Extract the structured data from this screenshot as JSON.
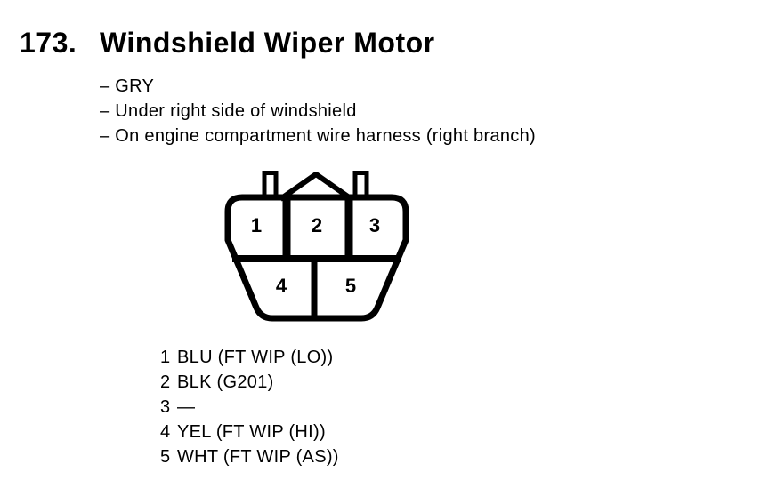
{
  "page": {
    "background": "#ffffff",
    "ink": "#000000"
  },
  "header": {
    "number": "173.",
    "title": "Windshield Wiper Motor"
  },
  "notes": [
    "– GRY",
    "– Under right side of windshield",
    "– On engine compartment wire harness (right branch)"
  ],
  "connector": {
    "cavity_numbers": [
      "1",
      "2",
      "3",
      "4",
      "5"
    ]
  },
  "pinout": [
    {
      "pin": "1",
      "label": "BLU (FT WIP (LO))"
    },
    {
      "pin": "2",
      "label": "BLK (G201)"
    },
    {
      "pin": "3",
      "label": "—"
    },
    {
      "pin": "4",
      "label": "YEL (FT WIP (HI))"
    },
    {
      "pin": "5",
      "label": "WHT (FT WIP (AS))"
    }
  ]
}
